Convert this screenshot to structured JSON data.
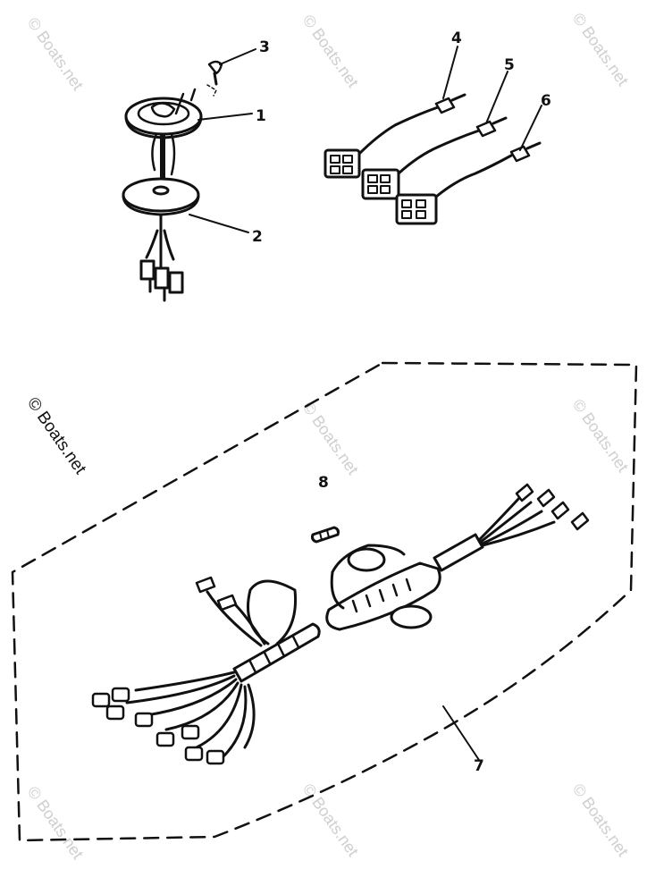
{
  "callouts": [
    {
      "id": "1",
      "label": "1"
    },
    {
      "id": "2",
      "label": "2"
    },
    {
      "id": "3",
      "label": "3"
    },
    {
      "id": "4",
      "label": "4"
    },
    {
      "id": "5",
      "label": "5"
    },
    {
      "id": "6",
      "label": "6"
    },
    {
      "id": "7",
      "label": "7"
    },
    {
      "id": "8",
      "label": "8"
    }
  ],
  "watermark": {
    "text": "© Boats.net",
    "color": "#cfcfcf",
    "dark_color": "#111111"
  },
  "colors": {
    "ink": "#111111",
    "background": "#ffffff"
  }
}
